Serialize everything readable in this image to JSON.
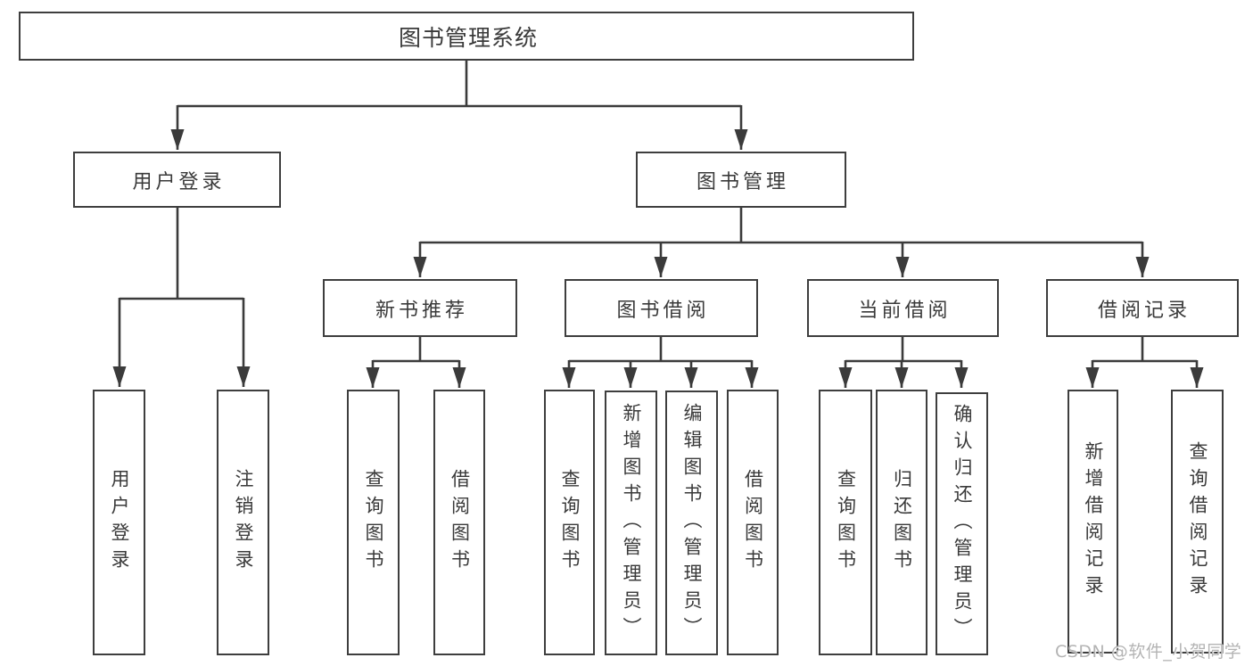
{
  "colors": {
    "line": "#3b3b3b",
    "border": "#3e3e3e",
    "text": "#3a3a3a",
    "watermark": "#b4b4b4",
    "background": "#ffffff"
  },
  "tree": {
    "root": "图书管理系统",
    "children": [
      {
        "label": "用户登录",
        "children": [
          {
            "label": "用户登录"
          },
          {
            "label": "注销登录"
          }
        ]
      },
      {
        "label": "图书管理",
        "children": [
          {
            "label": "新书推荐",
            "children": [
              {
                "label": "查询图书"
              },
              {
                "label": "借阅图书"
              }
            ]
          },
          {
            "label": "图书借阅",
            "children": [
              {
                "label": "查询图书"
              },
              {
                "label": "新增图书（管理员）"
              },
              {
                "label": "编辑图书（管理员）"
              },
              {
                "label": "借阅图书"
              }
            ]
          },
          {
            "label": "当前借阅",
            "children": [
              {
                "label": "查询图书"
              },
              {
                "label": "归还图书"
              },
              {
                "label": "确认归还（管理员）"
              }
            ]
          },
          {
            "label": "借阅记录",
            "children": [
              {
                "label": "新增借阅记录"
              },
              {
                "label": "查询借阅记录"
              }
            ]
          }
        ]
      }
    ]
  },
  "watermark": {
    "text": "CSDN @软件_小贺同学"
  }
}
